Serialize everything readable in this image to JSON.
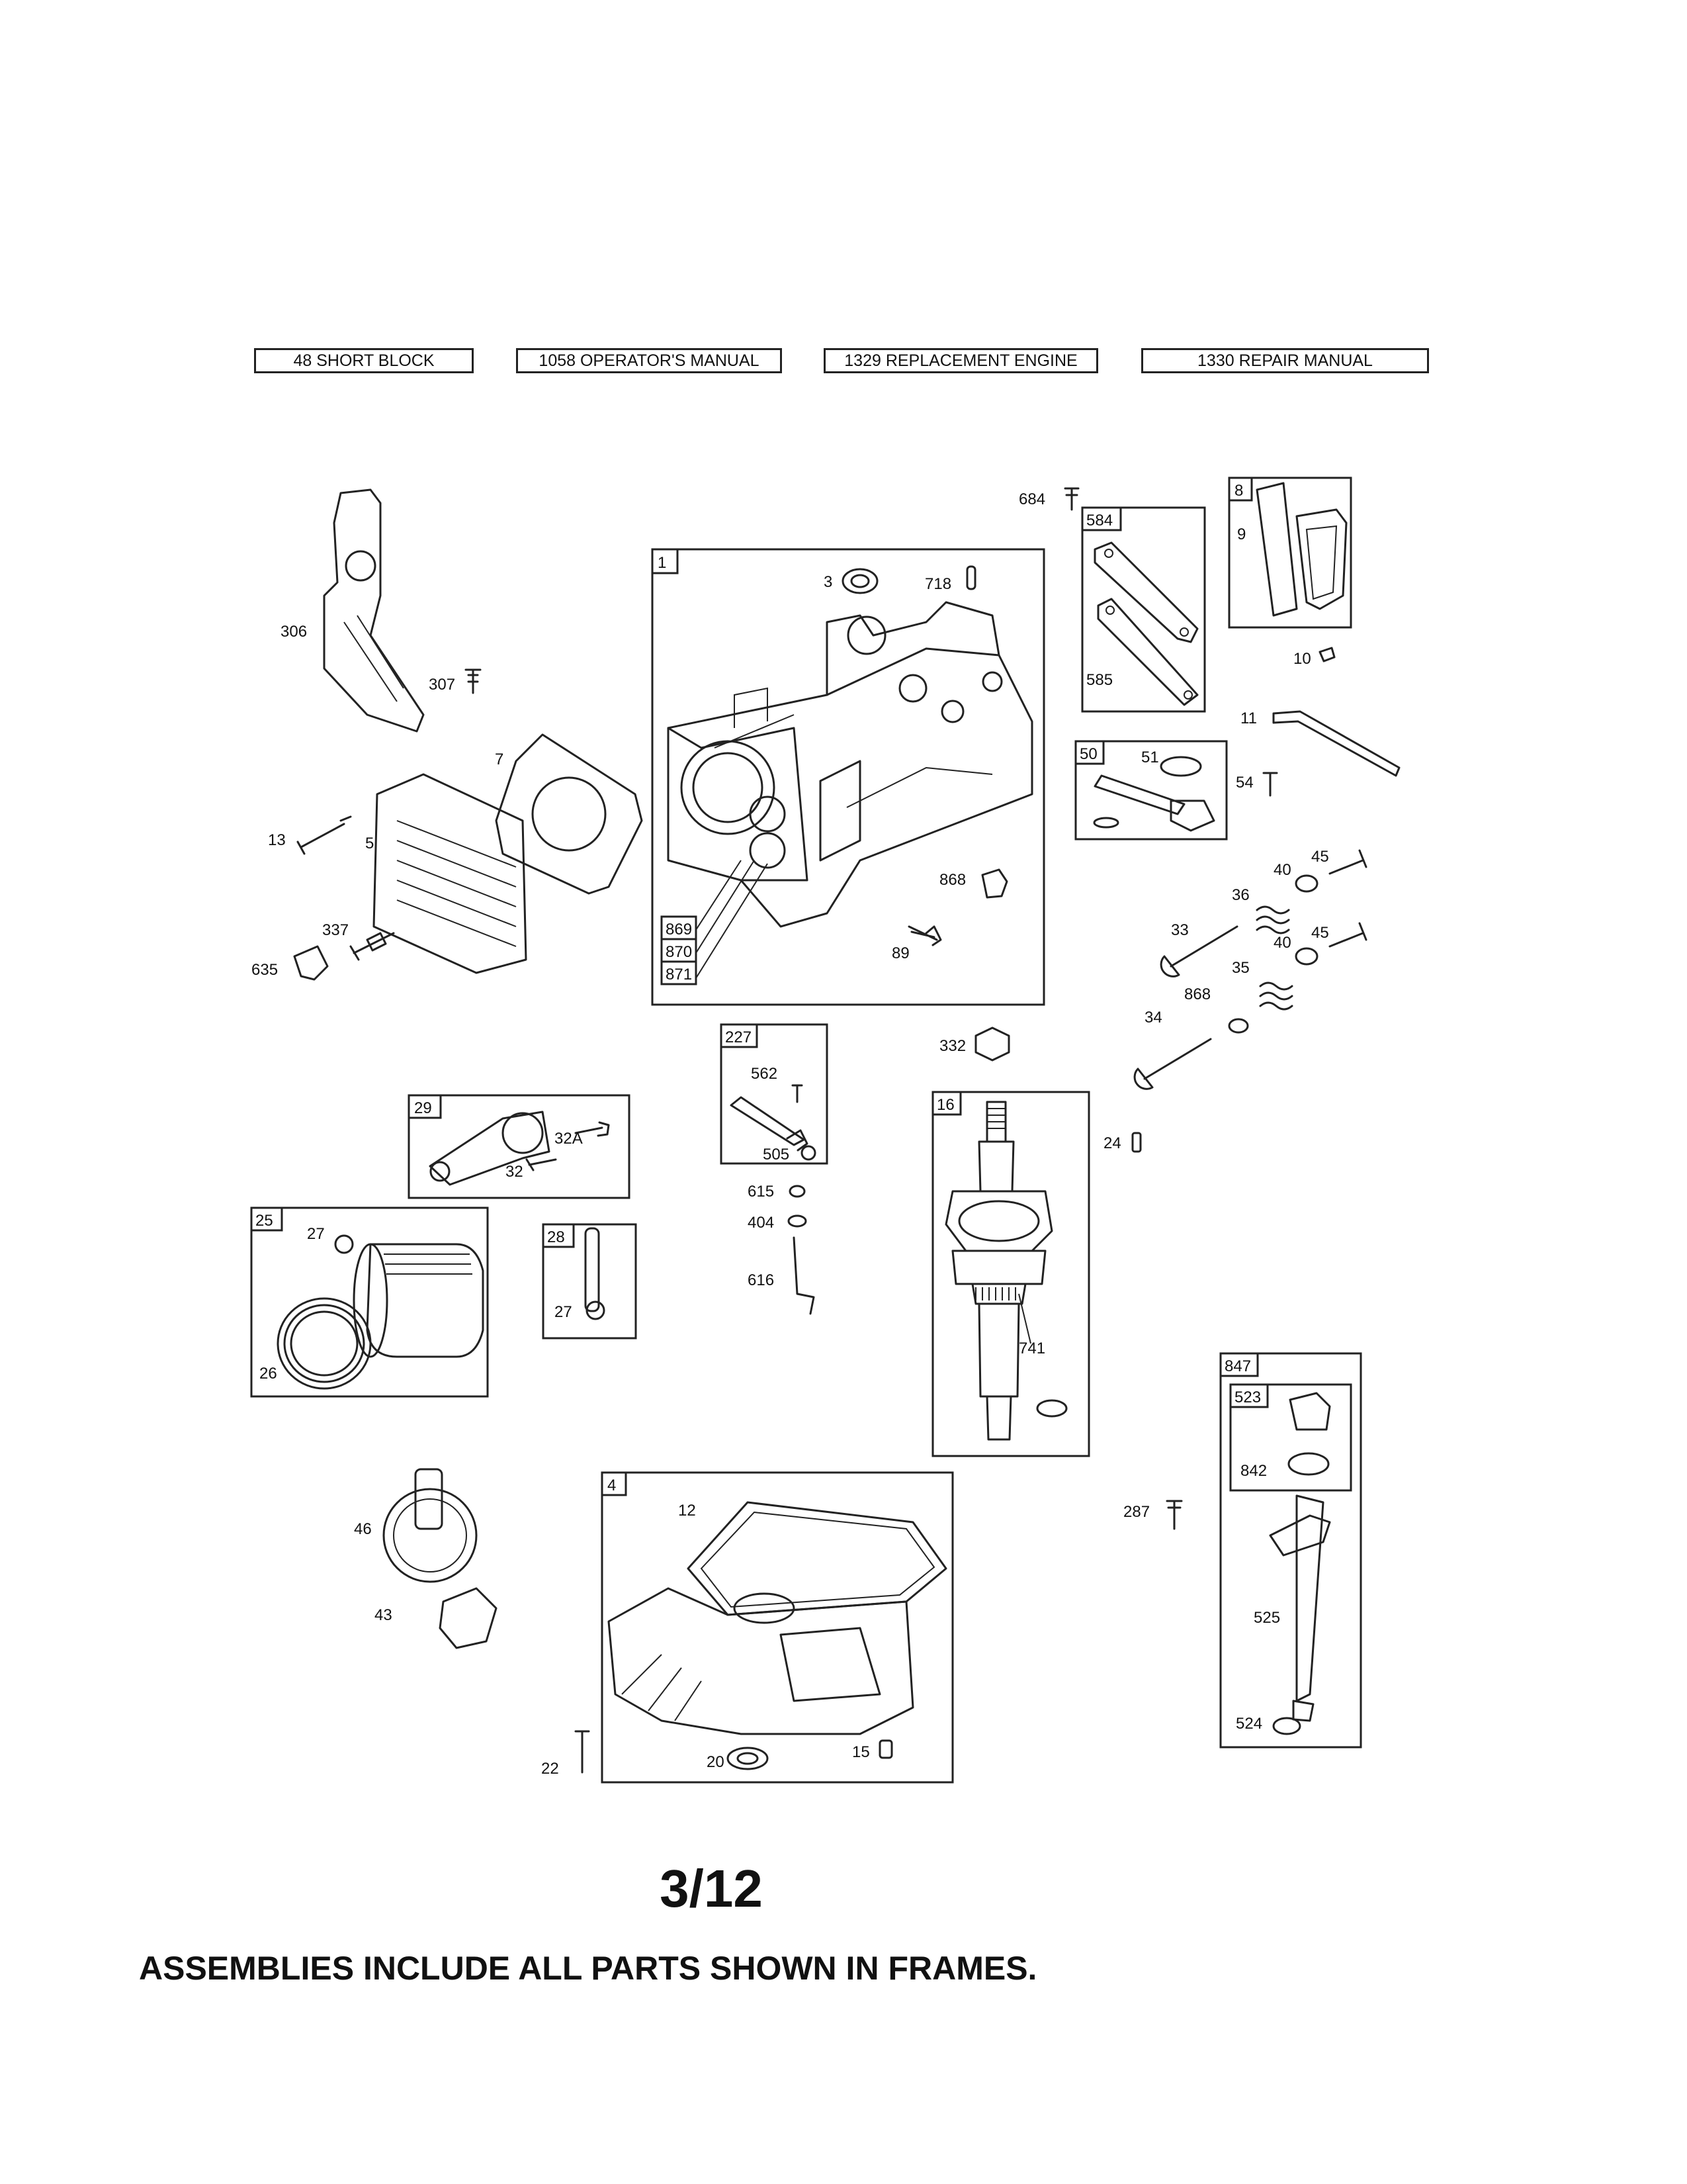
{
  "header_buttons": [
    "48 SHORT BLOCK",
    "1058 OPERATOR'S MANUAL",
    "1329 REPLACEMENT ENGINE",
    "1330 REPAIR MANUAL"
  ],
  "frames": {
    "f1": "1",
    "f584": "584",
    "f8": "8",
    "f50": "50",
    "f227": "227",
    "f29": "29",
    "f16": "16",
    "f25": "25",
    "f28": "28",
    "f4": "4",
    "f847": "847",
    "f523": "523",
    "f869": "869",
    "f870": "870",
    "f871": "871"
  },
  "labels": {
    "l684": "684",
    "l9": "9",
    "l3": "3",
    "l718": "718",
    "l585": "585",
    "l10": "10",
    "l306": "306",
    "l307": "307",
    "l11": "11",
    "l51": "51",
    "l54": "54",
    "l7": "7",
    "l13": "13",
    "l5": "5",
    "l40a": "40",
    "l45a": "45",
    "l36": "36",
    "l868a": "868",
    "l337": "337",
    "l89": "89",
    "l33": "33",
    "l40b": "40",
    "l45b": "45",
    "l635": "635",
    "l35": "35",
    "l868b": "868",
    "l34": "34",
    "l562": "562",
    "l332": "332",
    "l32a": "32A",
    "l505": "505",
    "l24": "24",
    "l32": "32",
    "l615": "615",
    "l27a": "27",
    "l404": "404",
    "l27b": "27",
    "l616": "616",
    "l741": "741",
    "l26": "26",
    "l842": "842",
    "l12": "12",
    "l46": "46",
    "l287": "287",
    "l43": "43",
    "l525": "525",
    "l15": "15",
    "l20": "20",
    "l22": "22",
    "l524": "524"
  },
  "page_number": "3/12",
  "footer_note": "ASSEMBLIES INCLUDE ALL PARTS SHOWN IN FRAMES."
}
